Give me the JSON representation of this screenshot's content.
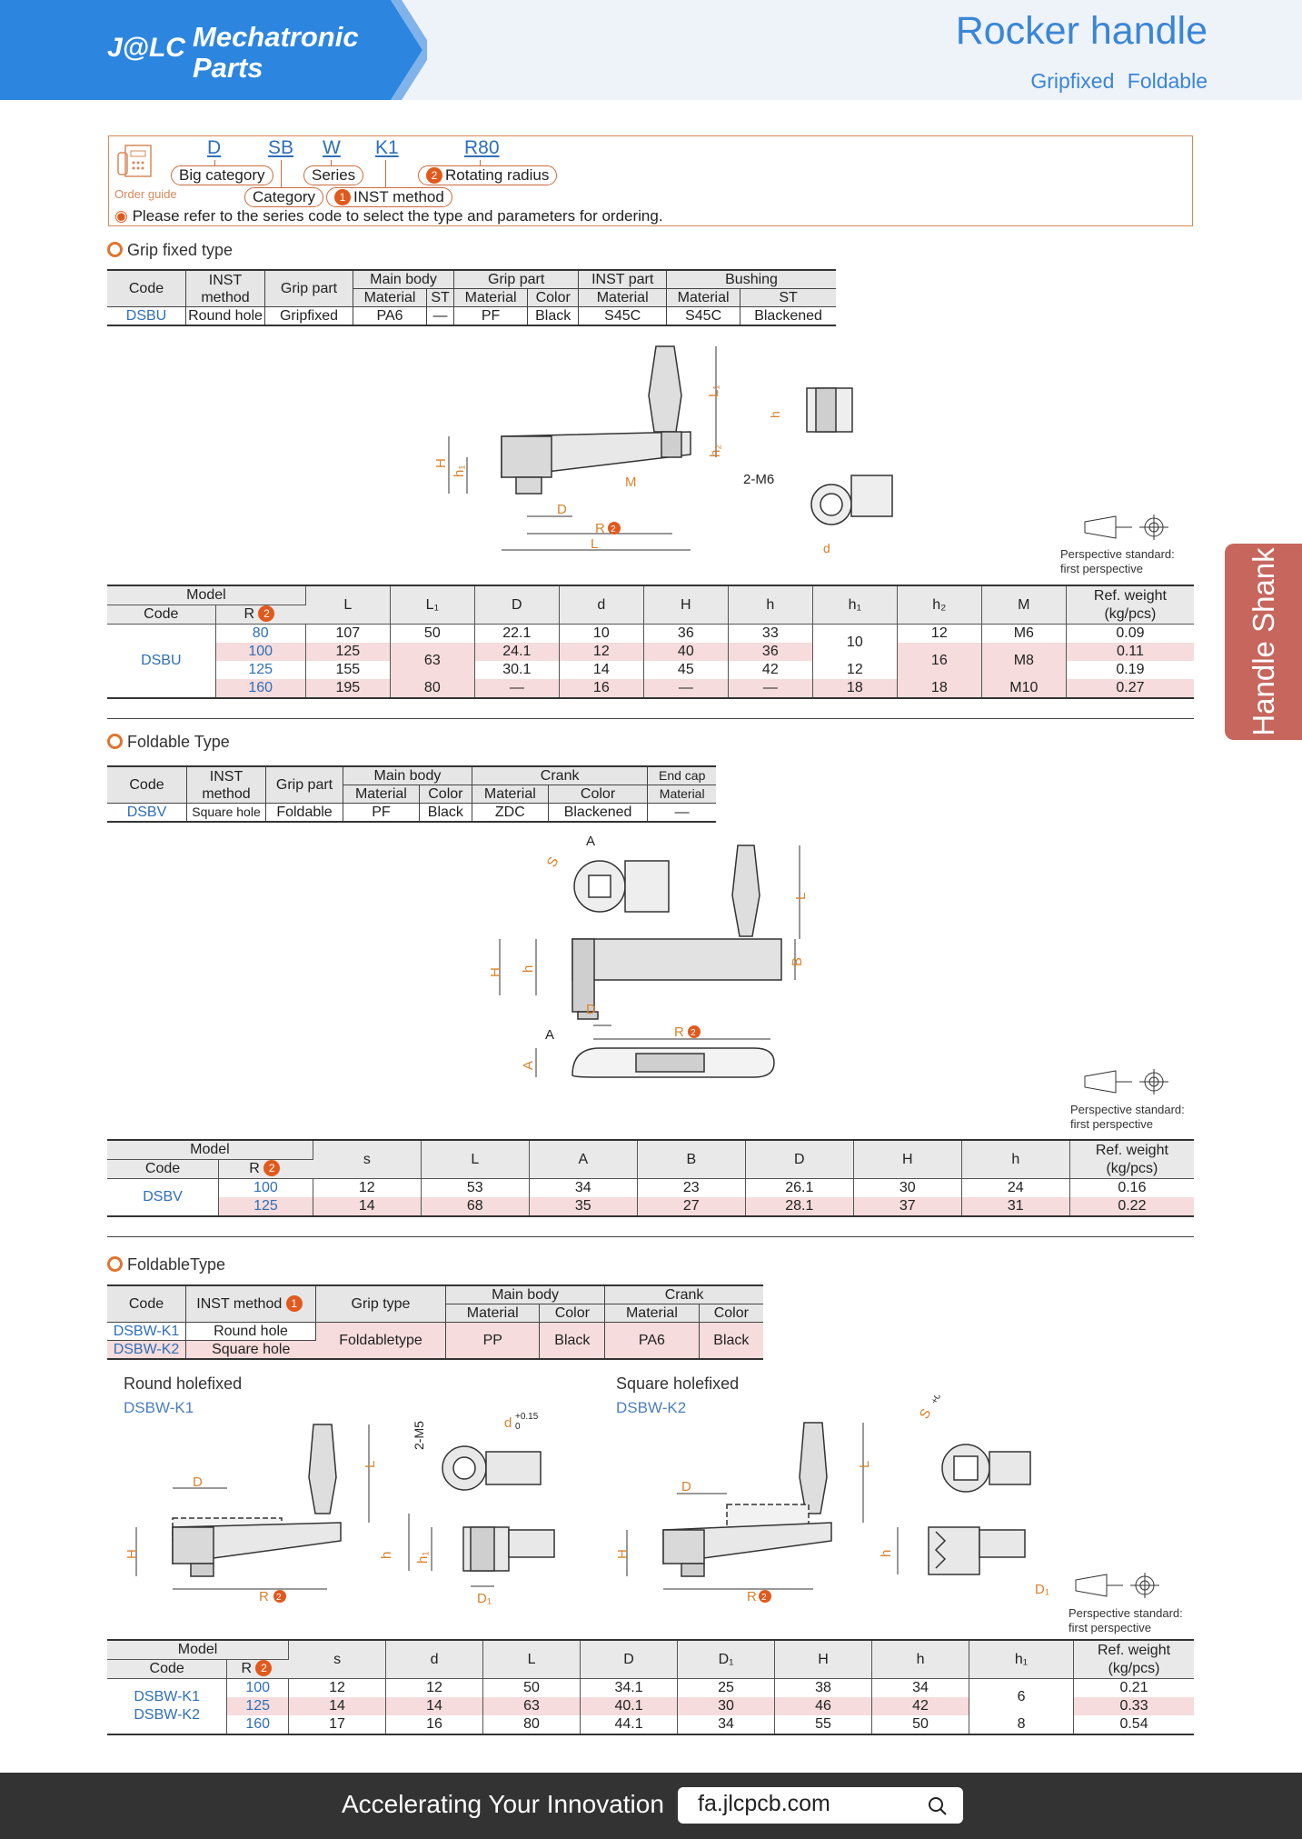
{
  "header": {
    "logo_mark": "J@LC",
    "logo_line1": "Mechatronic",
    "logo_line2": "Parts",
    "title": "Rocker handle",
    "subtitle": "Gripfixed  Foldable",
    "colors": {
      "brand": "#2c86e0",
      "header_bg": "#eef2f9",
      "accent": "#e0742f",
      "side_tab": "#c6665d"
    }
  },
  "side_tab": "Handle Shank",
  "order_guide": {
    "label": "Order guide",
    "codes": [
      "D",
      "SB",
      "W",
      "K1",
      "R80"
    ],
    "big_category": "Big category",
    "category": "Category",
    "series": "Series",
    "inst_method": "INST method",
    "rotating_radius": "Rotating radius",
    "note": "Please refer to the series code to select the type and parameters for ordering."
  },
  "perspective": {
    "line1": "Perspective standard:",
    "line2": "first perspective"
  },
  "section1": {
    "title": "Grip fixed type",
    "spec": {
      "h1": [
        "Code",
        "INST method",
        "Grip part",
        "Main body",
        "Grip part",
        "INST part",
        "Bushing"
      ],
      "h2": [
        "Material",
        "ST",
        "Material",
        "Color",
        "Material",
        "Material",
        "ST"
      ],
      "row": [
        "DSBU",
        "Round hole",
        "Gripfixed",
        "PA6",
        "—",
        "PF",
        "Black",
        "S45C",
        "S45C",
        "Blackened"
      ]
    },
    "drawing_labels": {
      "L1": "L₁",
      "h": "h",
      "H": "H",
      "h1": "h₁",
      "h2": "h₂",
      "M": "M",
      "D": "D",
      "R": "R",
      "L": "L",
      "M6": "2-M6",
      "d": "d"
    },
    "table": {
      "model": "Model",
      "code": "Code",
      "r": "R",
      "cols": [
        "L",
        "L₁",
        "D",
        "d",
        "H",
        "h",
        "h₁",
        "h₂",
        "M",
        "Ref. weight (kg/pcs)"
      ],
      "code_value": "DSBU",
      "rows": [
        {
          "r": "80",
          "L": "107",
          "L1": "50",
          "D": "22.1",
          "d": "10",
          "H": "36",
          "h": "33",
          "h2": "12",
          "M": "M6",
          "w": "0.09"
        },
        {
          "r": "100",
          "L": "125",
          "D": "24.1",
          "d": "12",
          "H": "40",
          "h": "36",
          "w": "0.11"
        },
        {
          "r": "125",
          "L": "155",
          "D": "30.1",
          "d": "14",
          "H": "45",
          "h": "42",
          "h1": "12",
          "w": "0.19"
        },
        {
          "r": "160",
          "L": "195",
          "L1": "80",
          "D": "—",
          "d": "16",
          "H": "—",
          "h": "—",
          "h1": "18",
          "h2": "18",
          "M": "M10",
          "w": "0.27"
        }
      ],
      "merged": {
        "L1_mid": "63",
        "h1_top": "10",
        "h2_mid": "16",
        "M_mid": "M8"
      }
    }
  },
  "section2": {
    "title": "Foldable Type",
    "spec": {
      "h1": [
        "Code",
        "INST method",
        "Grip part",
        "Main body",
        "Crank",
        "End cap"
      ],
      "h2": [
        "Material",
        "Color",
        "Material",
        "Color",
        "Material"
      ],
      "row": [
        "DSBV",
        "Square hole",
        "Foldable",
        "PF",
        "Black",
        "ZDC",
        "Blackened",
        "—"
      ]
    },
    "drawing_labels": {
      "A": "A",
      "S": "S",
      "L": "L",
      "H": "H",
      "h": "h",
      "B": "B",
      "D": "D",
      "R": "R",
      "A2": "A"
    },
    "table": {
      "model": "Model",
      "code": "Code",
      "r": "R",
      "cols": [
        "s",
        "L",
        "A",
        "B",
        "D",
        "H",
        "h",
        "Ref. weight (kg/pcs)"
      ],
      "code_value": "DSBV",
      "rows": [
        [
          "100",
          "12",
          "53",
          "34",
          "23",
          "26.1",
          "30",
          "24",
          "0.16"
        ],
        [
          "125",
          "14",
          "68",
          "35",
          "27",
          "28.1",
          "37",
          "31",
          "0.22"
        ]
      ]
    }
  },
  "section3": {
    "title": "FoldableType",
    "spec": {
      "h1": [
        "Code",
        "INST method",
        "Grip type",
        "Main body",
        "Crank"
      ],
      "h2": [
        "Material",
        "Color",
        "Material",
        "Color"
      ],
      "rows": [
        [
          "DSBW-K1",
          "Round hole"
        ],
        [
          "DSBW-K2",
          "Square hole"
        ]
      ],
      "shared": [
        "Foldabletype",
        "PP",
        "Black",
        "PA6",
        "Black"
      ]
    },
    "round": {
      "caption": "Round holefixed",
      "code": "DSBW-K1"
    },
    "square": {
      "caption": "Square holefixed",
      "code": "DSBW-K2"
    },
    "drawing_labels": {
      "D": "D",
      "H": "H",
      "R": "R",
      "L": "L",
      "M5": "2-M5",
      "d": "d",
      "tol": "+0.15",
      "tol0": "0",
      "h": "h",
      "h1": "h₁",
      "D1": "D₁",
      "S": "S",
      "stol": "+0.1"
    },
    "table": {
      "model": "Model",
      "code": "Code",
      "r": "R",
      "cols": [
        "s",
        "d",
        "L",
        "D",
        "D₁",
        "H",
        "h",
        "h₁",
        "Ref. weight (kg/pcs)"
      ],
      "codes": [
        "DSBW-K1",
        "DSBW-K2"
      ],
      "rows": [
        [
          "100",
          "12",
          "12",
          "50",
          "34.1",
          "25",
          "38",
          "34",
          "",
          "0.21"
        ],
        [
          "125",
          "14",
          "14",
          "63",
          "40.1",
          "30",
          "46",
          "42",
          "",
          "0.33"
        ],
        [
          "160",
          "17",
          "16",
          "80",
          "44.1",
          "34",
          "55",
          "50",
          "8",
          "0.54"
        ]
      ],
      "merged_h1": "6"
    }
  },
  "footer": {
    "slogan": "Accelerating Your Innovation",
    "site": "fa.jlcpcb.com"
  }
}
